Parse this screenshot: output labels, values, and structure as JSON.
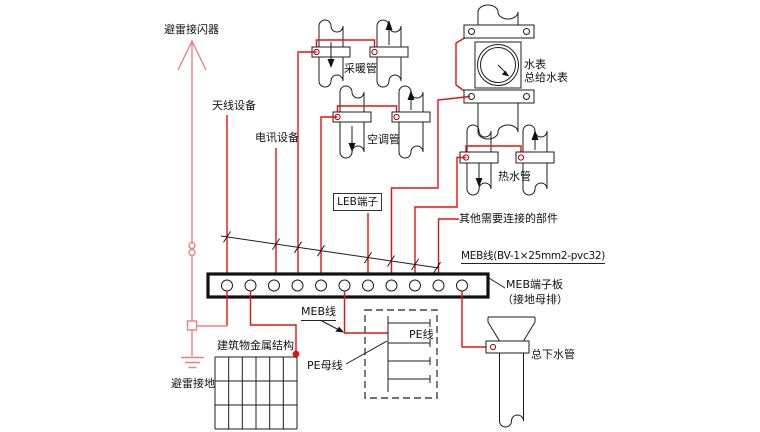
{
  "diagram": {
    "labels": {
      "lightning_arrester": "避雷接闪器",
      "antenna_equipment": "天线设备",
      "telecom_equipment": "电讯设备",
      "heating_pipe": "采暖管",
      "ac_pipe": "空调管",
      "water_meter": "水表",
      "main_supply_water_meter": "总给水表",
      "hot_water_pipe": "热水管",
      "leb_terminal": "LEB端子",
      "other_parts_to_connect": "其他需要连接的部件",
      "meb_wire_spec": "MEB线(BV-1×25mm2-pvc32)",
      "meb_terminal_board": "MEB端子板",
      "grounding_busbar": "（接地母排）",
      "meb_wire": "MEB线",
      "pe_wire": "PE线",
      "pe_busbar": "PE母线",
      "building_metal_structure": "建筑物金属结构",
      "lightning_grounding": "避雷接地",
      "main_drain_pipe": "总下水管"
    },
    "board": {
      "terminal_count": 11
    },
    "colors": {
      "wire_red": "#e8100c",
      "lightning_red": "#f08080",
      "line_black": "#1c1c1c"
    }
  }
}
